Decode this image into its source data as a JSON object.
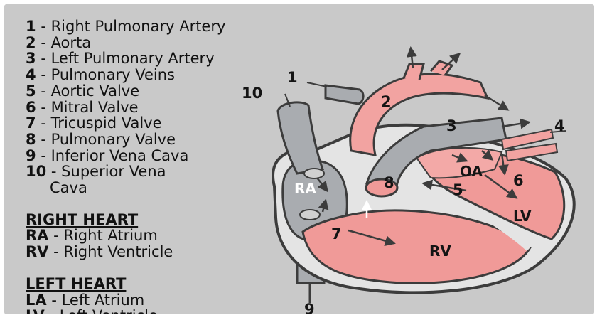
{
  "legend": {
    "items": [
      {
        "num": "1",
        "label": "- Right Pulmonary Artery"
      },
      {
        "num": "2",
        "label": "- Aorta"
      },
      {
        "num": "3",
        "label": "- Left Pulmonary Artery"
      },
      {
        "num": "4",
        "label": "- Pulmonary Veins"
      },
      {
        "num": "5",
        "label": "- Aortic Valve"
      },
      {
        "num": "6",
        "label": "- Mitral Valve"
      },
      {
        "num": "7",
        "label": "- Tricuspid Valve"
      },
      {
        "num": "8",
        "label": "- Pulmonary Valve"
      },
      {
        "num": "9",
        "label": "- Inferior Vena Cava"
      },
      {
        "num": "10",
        "label": "- Superior Vena",
        "label_cont": "Cava"
      }
    ]
  },
  "right_heart": {
    "heading": "RIGHT HEART",
    "items": [
      {
        "abbr": "RA",
        "label": "- Right Atrium"
      },
      {
        "abbr": "RV",
        "label": "- Right Ventricle"
      }
    ]
  },
  "left_heart": {
    "heading": "LEFT HEART",
    "items": [
      {
        "abbr": "LA",
        "label": "- Left Atrium"
      },
      {
        "abbr": "LV",
        "label": "- Left Ventricle"
      }
    ]
  },
  "diagram_labels": {
    "n1": "1",
    "n2": "2",
    "n3": "3",
    "n4": "4",
    "n5": "5",
    "n6": "6",
    "n7": "7",
    "n8": "8",
    "n9": "9",
    "n10": "10",
    "ra": "RA",
    "rv": "RV",
    "oa": "OA",
    "lv": "LV"
  },
  "colors": {
    "background": "#c9c9c9",
    "chamber_red": "#f09a98",
    "vessel_gray": "#a9acb0",
    "wall_light": "#e6e6e6",
    "outline": "#3c3c3c"
  }
}
